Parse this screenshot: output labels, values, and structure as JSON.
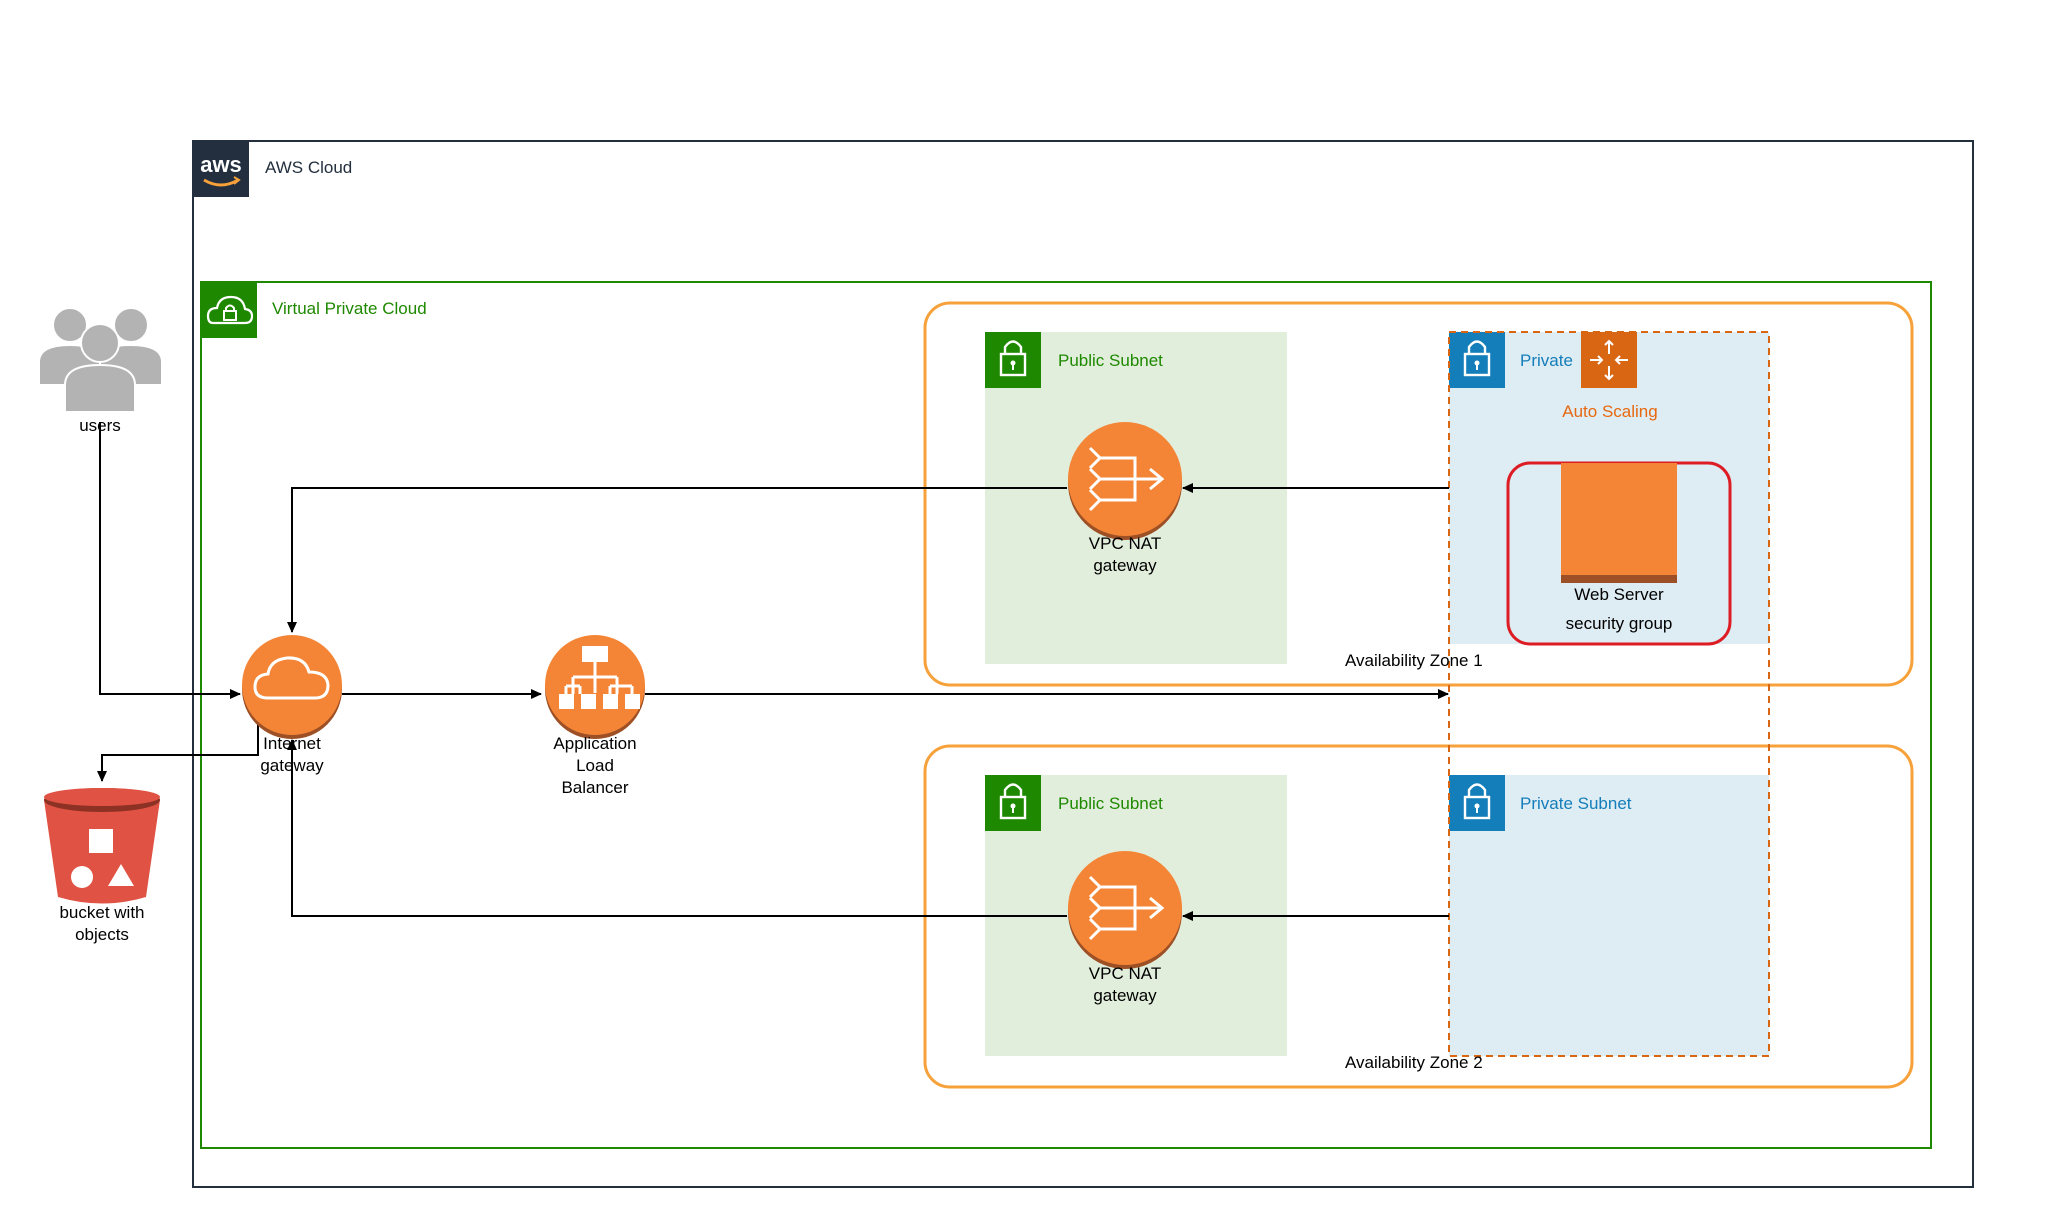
{
  "aws_cloud": {
    "label": "AWS Cloud",
    "logo_text": "aws"
  },
  "vpc": {
    "label": "Virtual Private Cloud"
  },
  "users": {
    "label": "users"
  },
  "bucket": {
    "label_line1": "bucket with",
    "label_line2": "objects"
  },
  "internet_gateway": {
    "label_line1": "Internet",
    "label_line2": "gateway"
  },
  "alb": {
    "label_line1": "Application",
    "label_line2": "Load",
    "label_line3": "Balancer"
  },
  "az1": {
    "label": "Availability Zone 1",
    "public_subnet": {
      "label": "Public Subnet"
    },
    "private_subnet": {
      "label": "Private"
    },
    "nat": {
      "label_line1": "VPC NAT",
      "label_line2": "gateway"
    }
  },
  "az2": {
    "label": "Availability Zone 2",
    "public_subnet": {
      "label": "Public Subnet"
    },
    "private_subnet": {
      "label": "Private Subnet"
    },
    "nat": {
      "label_line1": "VPC NAT",
      "label_line2": "gateway"
    }
  },
  "auto_scaling": {
    "label": "Auto Scaling"
  },
  "security_group": {
    "label_line1": "Web Server",
    "label_line2": "security group"
  },
  "colors": {
    "aws_border": "#232f3e",
    "vpc_border": "#1e8900",
    "public_subnet_fill": "#e2eedc",
    "private_subnet_fill": "#deecf3",
    "az_border": "#f7a13a",
    "aws_orange": "#f58536",
    "auto_scaling_border": "#d86613",
    "security_group_border": "#dd1c24",
    "bucket_red": "#e05243"
  }
}
